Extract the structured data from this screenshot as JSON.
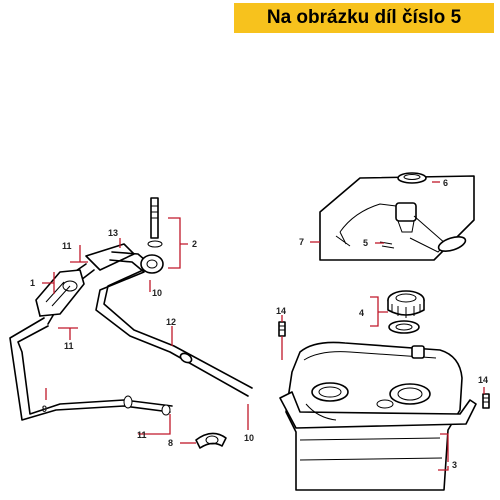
{
  "banner": {
    "text": "Na obrázku díl číslo 5"
  },
  "labels": {
    "p1": "1",
    "p2": "2",
    "p3": "3",
    "p4": "4",
    "p5": "5",
    "p6": "6",
    "p7": "7",
    "p8": "8",
    "p9": "9",
    "p10a": "10",
    "p10b": "10",
    "p11a": "11",
    "p11b": "11",
    "p11c": "11",
    "p12": "12",
    "p13": "13",
    "p14a": "14",
    "p14b": "14"
  },
  "colors": {
    "banner": "#f7c21d",
    "leader": "#c0182a",
    "line": "#000000"
  }
}
